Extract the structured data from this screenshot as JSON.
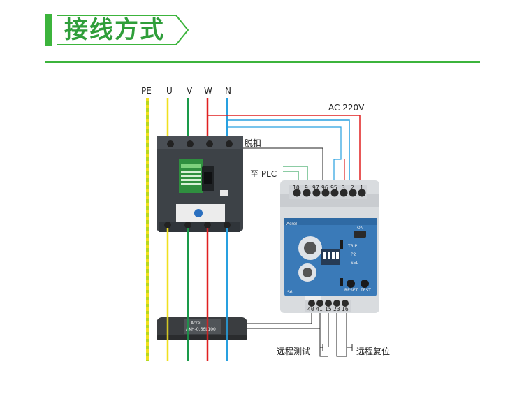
{
  "header": {
    "title": "接线方式"
  },
  "diagram": {
    "line_labels": [
      "PE",
      "U",
      "V",
      "W",
      "N"
    ],
    "supply_label": "AC 220V",
    "trip_label": "脱扣",
    "plc_label": "至 PLC",
    "relay_top_terminals": [
      "10",
      "9",
      "97",
      "96",
      "95",
      "3",
      "2",
      "1"
    ],
    "relay_bottom_terminals": [
      "40",
      "41",
      "15",
      "23",
      "16"
    ],
    "test_label": "远程测试",
    "reset_label": "远程复位",
    "ct_brand": "Acrel",
    "ct_model": "AKH-0.66L100",
    "relay_brand": "Acrel",
    "relay_panel_on": "ON",
    "relay_panel_labels": [
      "TRIP",
      "P2",
      "SEL"
    ],
    "relay_buttons": [
      "RESET",
      "TEST"
    ],
    "relay_sn": "S6",
    "colors": {
      "accent_green": "#3cb43c",
      "wire_yellow": "#f0e01e",
      "wire_green": "#1a9a4a",
      "wire_red": "#e02020",
      "wire_blue": "#28a0e0",
      "pe_stripe": "#b8d820"
    }
  }
}
